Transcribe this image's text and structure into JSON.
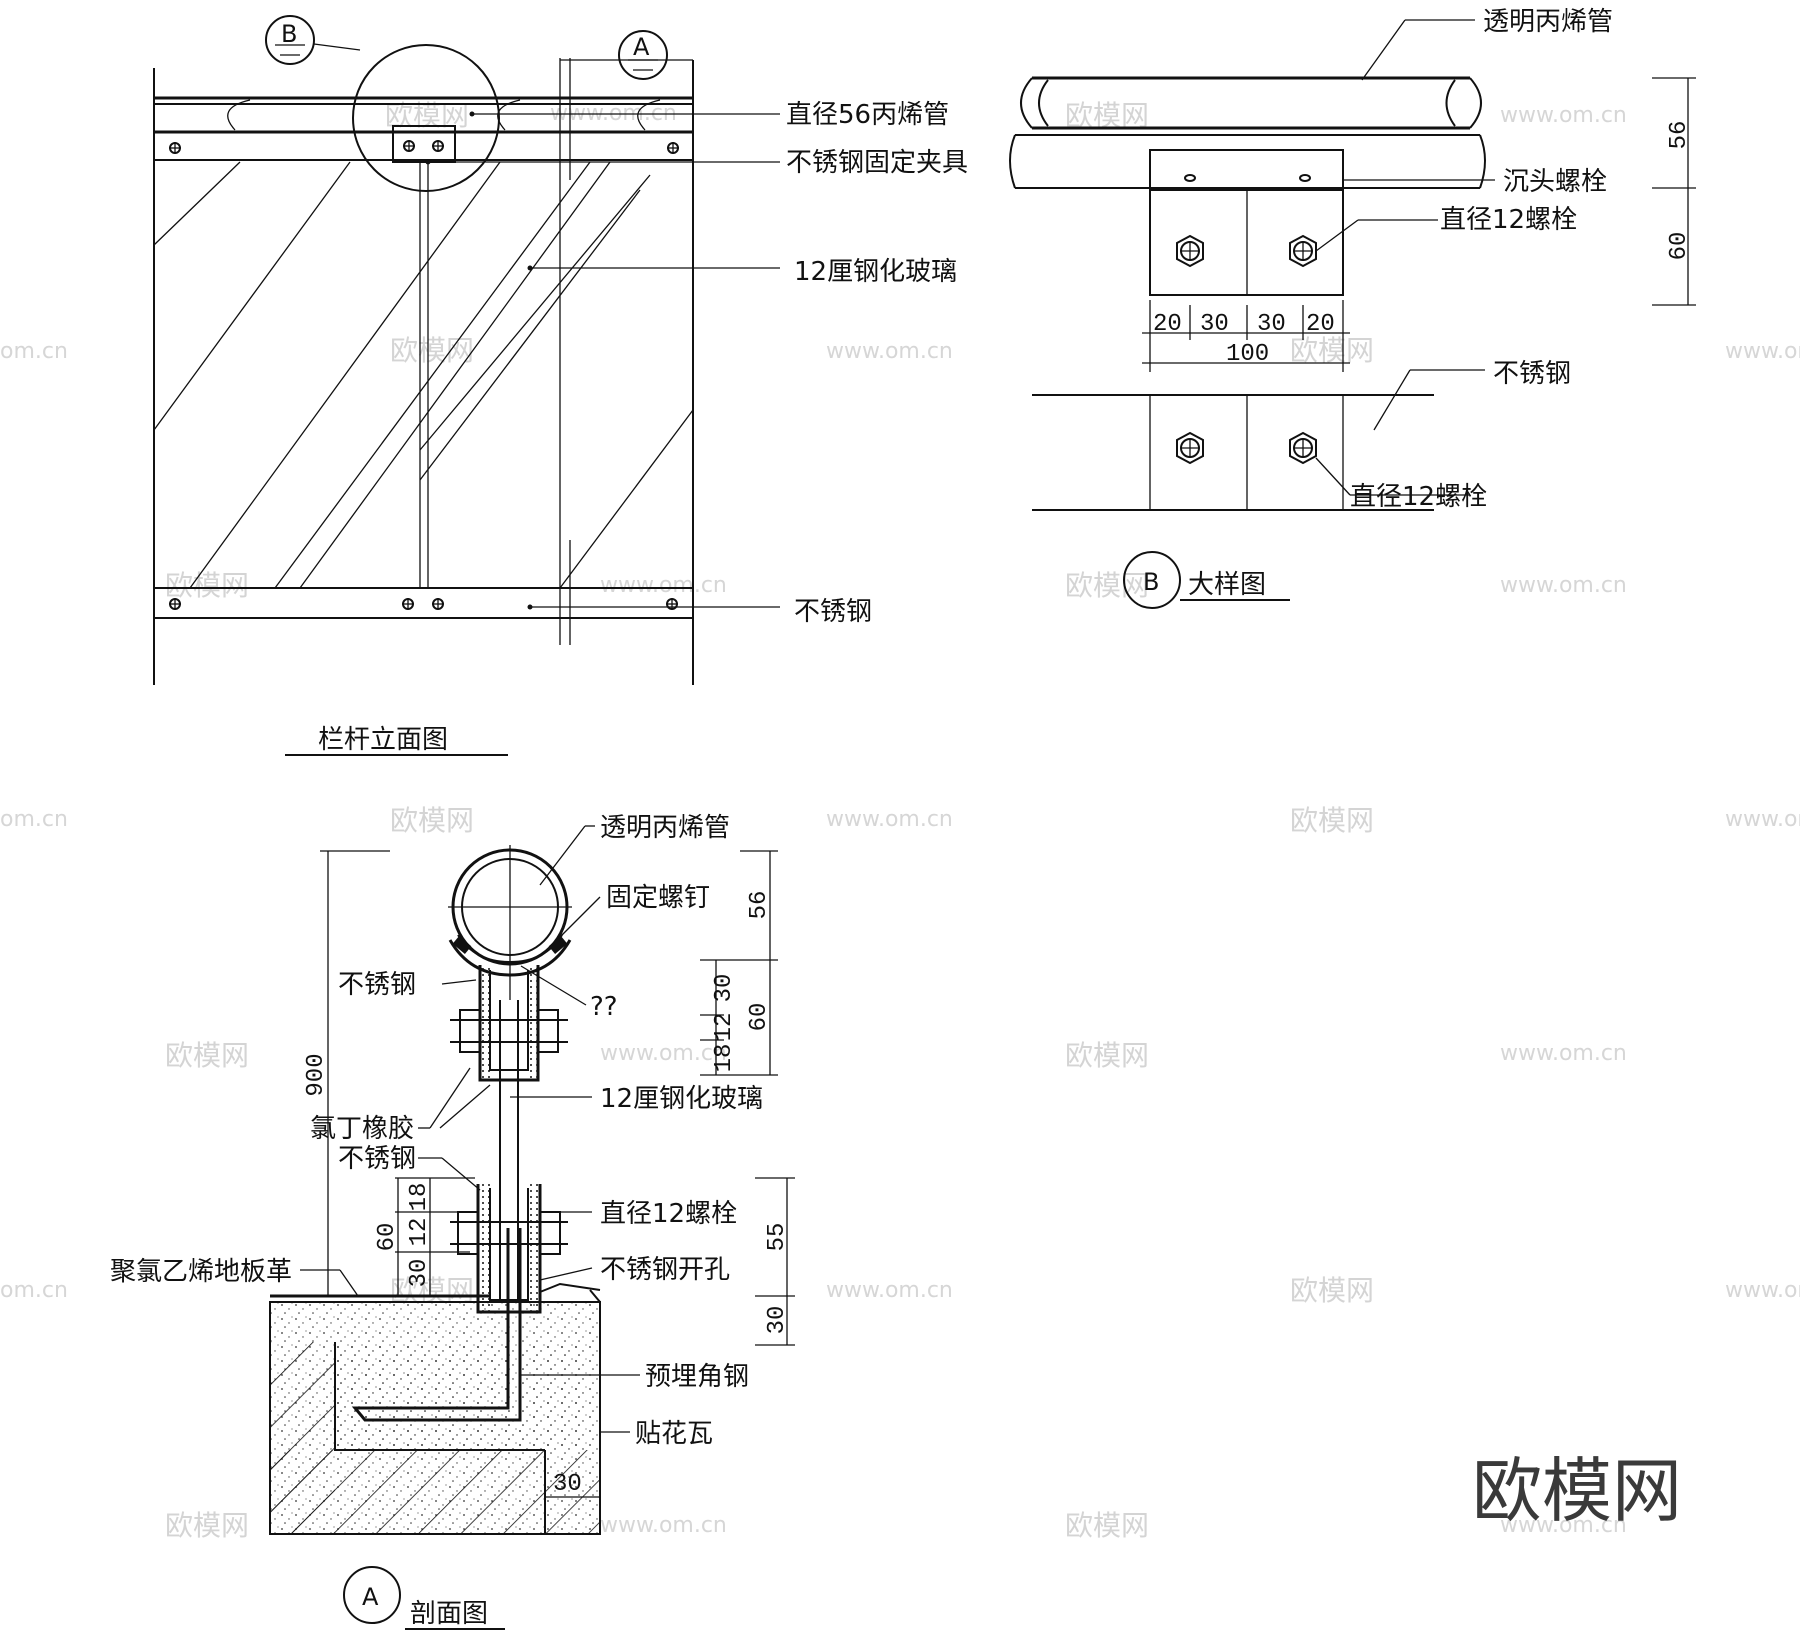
{
  "elevation": {
    "title": "栏杆立面图",
    "tag_b": "B",
    "tag_a": "A",
    "labels": {
      "pipe": "直径56丙烯管",
      "clamp": "不锈钢固定夹具",
      "glass": "12厘钢化玻璃",
      "steel": "不锈钢"
    }
  },
  "detail": {
    "title": "大样图",
    "tag": "B",
    "labels": {
      "pipe": "透明丙烯管",
      "countersunk": "沉头螺栓",
      "bolt_top": "直径12螺栓",
      "steel": "不锈钢",
      "bolt_bottom": "直径12螺栓"
    },
    "dims": {
      "d56": "56",
      "d60": "60",
      "d20a": "20",
      "d30a": "30",
      "d30b": "30",
      "d20b": "20",
      "d100": "100"
    }
  },
  "section": {
    "title": "剖面图",
    "tag": "A",
    "labels": {
      "pipe": "透明丙烯管",
      "screw": "固定螺钉",
      "steel_top": "不锈钢",
      "unknown": "??",
      "glass": "12厘钢化玻璃",
      "rubber": "氯丁橡胶",
      "steel_mid": "不锈钢",
      "bolt": "直径12螺栓",
      "hole": "不锈钢开孔",
      "floor": "聚氯乙烯地板革",
      "angle": "预埋角钢",
      "tile": "贴花瓦"
    },
    "dims": {
      "d56": "56",
      "d60": "60",
      "d30": "30",
      "d12": "12",
      "d18": "18",
      "d900": "900",
      "d18b": "18",
      "d12b": "12",
      "d60b": "60",
      "d30b": "30",
      "d55": "55",
      "d30c": "30",
      "d30d": "30"
    }
  },
  "watermark": {
    "brand": "欧模网",
    "url": "www.om.cn",
    "url_partial": "om.cn"
  }
}
